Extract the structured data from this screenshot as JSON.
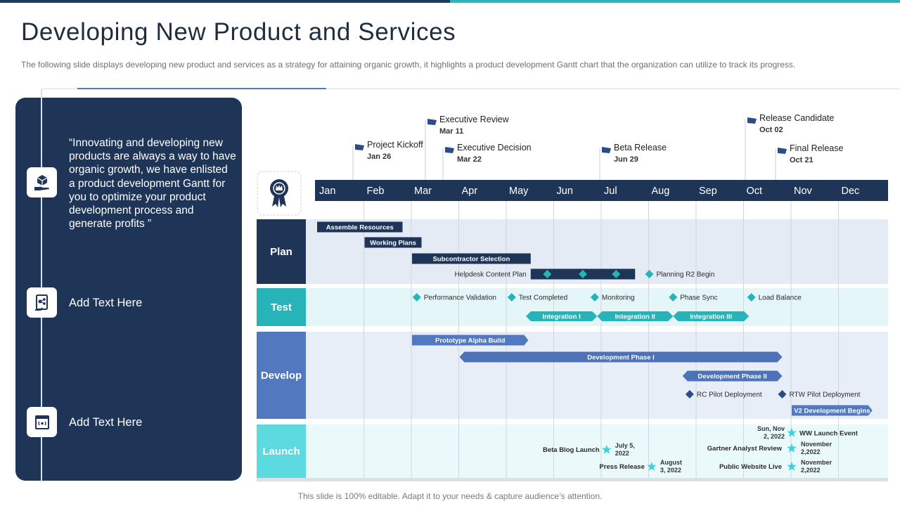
{
  "title": "Developing New Product and Services",
  "subtitle": "The following slide displays developing new product and services as  a strategy for attaining organic growth, it  highlights a product development Gantt chart that the organization can utilize to track its progress.",
  "left_panel": {
    "quote": "“Innovating  and developing new products are always a way to have organic growth, we have enlisted a product development Gantt for you to optimize your product development process and generate profits  ”",
    "item2": "Add Text Here",
    "item3": "Add Text Here",
    "icons": [
      "hand-box-icon",
      "document-hand-icon",
      "browser-window-icon"
    ]
  },
  "footer": "This slide is 100% editable. Adapt it to your needs & capture audience’s attention.",
  "colors": {
    "navy": "#1e3558",
    "teal": "#27b4b8",
    "blue": "#5279bf",
    "cyan": "#5dd9e0",
    "header": "#1e3558"
  },
  "chart_data": {
    "type": "gantt",
    "months": [
      "Jan",
      "Feb",
      "Mar",
      "Apr",
      "May",
      "Jun",
      "Jul",
      "Aug",
      "Sep",
      "Oct",
      "Nov",
      "Dec"
    ],
    "milestones": [
      {
        "name": "Project Kickoff",
        "date": "Jan 26",
        "m": 0.84
      },
      {
        "name": "Executive Review",
        "date": "Mar 11",
        "m": 2.35
      },
      {
        "name": "Executive Decision",
        "date": "Mar 22",
        "m": 2.72
      },
      {
        "name": "Beta Release",
        "date": "Jun 29",
        "m": 5.95
      },
      {
        "name": "Release Candidate",
        "date": "Oct 02",
        "m": 9.03
      },
      {
        "name": "Final Release",
        "date": "Oct 21",
        "m": 9.67
      }
    ],
    "lanes": [
      {
        "name": "Plan",
        "color": "#1e3558",
        "bg": "#e4ebf4"
      },
      {
        "name": "Test",
        "color": "#27b4b8",
        "bg": "#e4f6f8"
      },
      {
        "name": "Develop",
        "color": "#5279bf",
        "bg": "#e8eef8"
      },
      {
        "name": "Launch",
        "color": "#5dd9e0",
        "bg": "#eafafb"
      }
    ],
    "bars": [
      {
        "lane": "Plan",
        "label": "Assemble  Resources",
        "start": 0.0,
        "end": 1.8,
        "color": "#1e3558"
      },
      {
        "lane": "Plan",
        "label": "Working Plans",
        "start": 1.0,
        "end": 2.2,
        "color": "#1e3558"
      },
      {
        "lane": "Plan",
        "label": "Subcontractor Selection",
        "start": 2.0,
        "end": 4.5,
        "color": "#1e3558"
      },
      {
        "lane": "Plan",
        "label": "",
        "start": 4.5,
        "end": 6.7,
        "color": "#1e3558"
      },
      {
        "lane": "Test",
        "label": "Integration I",
        "start": 4.4,
        "end": 5.9,
        "color": "#27b4b8"
      },
      {
        "lane": "Test",
        "label": "Integration II",
        "start": 5.9,
        "end": 7.5,
        "color": "#27b4b8"
      },
      {
        "lane": "Test",
        "label": "Integration III",
        "start": 7.5,
        "end": 9.1,
        "color": "#27b4b8"
      },
      {
        "lane": "Develop",
        "label": "Prototype            Alpha Build",
        "start": 2.0,
        "end": 4.45,
        "color": "#5279bf"
      },
      {
        "lane": "Develop",
        "label": "Development Phase I",
        "start": 3.0,
        "end": 9.8,
        "color": "#4d72b8"
      },
      {
        "lane": "Develop",
        "label": "Development Phase II",
        "start": 7.7,
        "end": 9.8,
        "color": "#4d72b8"
      },
      {
        "lane": "Develop",
        "label": "V2 Development Begins",
        "start": 10.0,
        "end": 11.7,
        "color": "#5279bf"
      }
    ],
    "events": [
      {
        "lane": "Plan",
        "label": "Helpdesk Content Plan",
        "m": 4.5,
        "shape": "none"
      },
      {
        "lane": "Plan",
        "label": "",
        "m": 4.85,
        "shape": "diamond"
      },
      {
        "lane": "Plan",
        "label": "",
        "m": 5.6,
        "shape": "diamond"
      },
      {
        "lane": "Plan",
        "label": "",
        "m": 6.3,
        "shape": "diamond"
      },
      {
        "lane": "Plan",
        "label": "Planning R2 Begin",
        "m": 7.0,
        "shape": "diamond"
      },
      {
        "lane": "Test",
        "label": "Performance Validation",
        "m": 2.1,
        "shape": "diamond"
      },
      {
        "lane": "Test",
        "label": "Test Completed",
        "m": 4.1,
        "shape": "diamond"
      },
      {
        "lane": "Test",
        "label": "Monitoring",
        "m": 5.85,
        "shape": "diamond"
      },
      {
        "lane": "Test",
        "label": "Phase Sync",
        "m": 7.5,
        "shape": "diamond"
      },
      {
        "lane": "Test",
        "label": "Load Balance",
        "m": 9.15,
        "shape": "diamond"
      },
      {
        "lane": "Develop",
        "label": "RC Pilot Deployment",
        "m": 7.85,
        "shape": "diamond"
      },
      {
        "lane": "Develop",
        "label": "RTW Pilot Deployment",
        "m": 9.8,
        "shape": "diamond"
      },
      {
        "lane": "Launch",
        "label": "Beta Blog Launch",
        "date": "July 5, 2022",
        "m": 6.1,
        "shape": "star"
      },
      {
        "lane": "Launch",
        "label": "Press Release",
        "date": "August 3, 2022",
        "m": 7.05,
        "shape": "star"
      },
      {
        "lane": "Launch",
        "label": "WW Launch Event",
        "date": "Sun, Nov 2, 2022",
        "m": 10.0,
        "shape": "star"
      },
      {
        "lane": "Launch",
        "label": "Gartner Analyst  Review",
        "date": "November 2,2022",
        "m": 10.0,
        "shape": "star"
      },
      {
        "lane": "Launch",
        "label": "Public Website Live",
        "date": "November 2,2022",
        "m": 10.0,
        "shape": "star"
      }
    ]
  }
}
